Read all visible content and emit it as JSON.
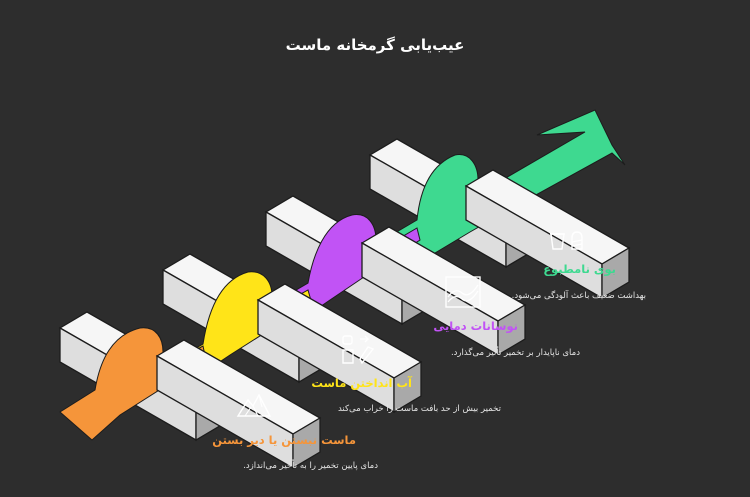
{
  "title": "عیب‌یابی گرمخانه ماست",
  "steps": [
    {
      "label": "ماست نبستن یا دیر بستن",
      "description": "دمای پایین تخمیر را به تأخیر می‌اندازد.",
      "color": "#f5953a",
      "icon": "mountain-icon"
    },
    {
      "label": "آب انداختن ماست",
      "description": "تخمیر بیش از حد بافت ماست را خراب می‌کند",
      "color": "#ffe418",
      "icon": "recycle-icon"
    },
    {
      "label": "نوسانات دمایی",
      "description": "دمای ناپایدار بر تخمیر تأثیر می‌گذارد.",
      "color": "#c153f5",
      "icon": "waves-icon"
    },
    {
      "label": "بوی نامطبوع",
      "description": "بهداشت ضعیف باعث آلودگی می‌شود.",
      "color": "#3ed990",
      "icon": "cleaning-icon"
    }
  ]
}
